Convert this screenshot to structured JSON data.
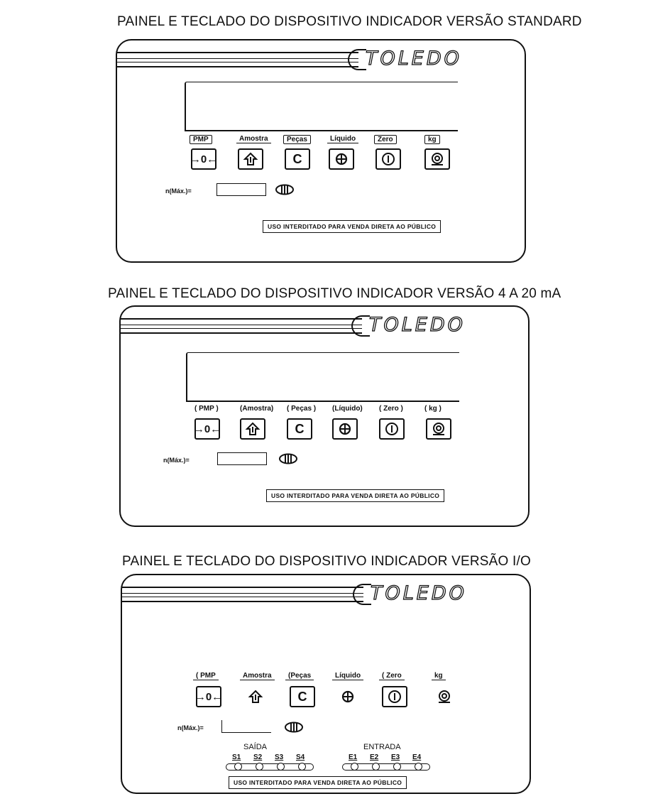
{
  "panels": [
    {
      "title": "PAINEL E TECLADO DO DISPOSITIVO INDICADOR VERSÃO STANDARD",
      "logo": "TOLEDO",
      "keys": [
        {
          "label": "PMP",
          "symbol": "→0←",
          "icon": "zero-arrows-icon"
        },
        {
          "label": "Amostra",
          "symbol": "",
          "icon": "sample-arrow-icon"
        },
        {
          "label": "Peças",
          "symbol": "C",
          "icon": "c-icon"
        },
        {
          "label": "Líquido",
          "symbol": "",
          "icon": "cross-circle-icon"
        },
        {
          "label": "Zero",
          "symbol": "",
          "icon": "power-circle-icon"
        },
        {
          "label": "kg",
          "symbol": "",
          "icon": "target-icon"
        }
      ],
      "nmax_label": "n(Máx.)=",
      "notice": "USO INTERDITADO PARA VENDA DIRETA AO PÚBLICO"
    },
    {
      "title": "PAINEL E TECLADO DO DISPOSITIVO INDICADOR VERSÃO 4 A 20 mA",
      "logo": "TOLEDO",
      "keys": [
        {
          "label": "( PMP )",
          "symbol": "→0←",
          "icon": "zero-arrows-icon"
        },
        {
          "label": "(Amostra)",
          "symbol": "",
          "icon": "sample-arrow-icon"
        },
        {
          "label": "( Peças )",
          "symbol": "C",
          "icon": "c-icon"
        },
        {
          "label": "(Líquido)",
          "symbol": "",
          "icon": "cross-circle-icon"
        },
        {
          "label": "( Zero )",
          "symbol": "",
          "icon": "power-circle-icon"
        },
        {
          "label": "( kg )",
          "symbol": "",
          "icon": "target-icon"
        }
      ],
      "nmax_label": "n(Máx.)=",
      "notice": "USO INTERDITADO PARA VENDA DIRETA AO PÚBLICO"
    },
    {
      "title": "PAINEL E TECLADO DO DISPOSITIVO INDICADOR VERSÃO I/O",
      "logo": "TOLEDO",
      "keys": [
        {
          "label": "( PMP",
          "symbol": "→0←",
          "icon": "zero-arrows-icon"
        },
        {
          "label": "Amostra",
          "symbol": "",
          "icon": "sample-arrow-icon"
        },
        {
          "label": "(Peças",
          "symbol": "C",
          "icon": "c-icon"
        },
        {
          "label": "Líquido",
          "symbol": "",
          "icon": "cross-circle-icon"
        },
        {
          "label": "( Zero",
          "symbol": "",
          "icon": "power-circle-icon"
        },
        {
          "label": "kg",
          "symbol": "",
          "icon": "target-icon"
        }
      ],
      "nmax_label": "n(Máx.)=",
      "io": {
        "saida_label": "SAÍDA",
        "saida": [
          "S1",
          "S2",
          "S3",
          "S4"
        ],
        "entrada_label": "ENTRADA",
        "entrada": [
          "E1",
          "E2",
          "E3",
          "E4"
        ]
      },
      "notice": "USO INTERDITADO PARA VENDA DIRETA AO PÚBLICO"
    }
  ]
}
